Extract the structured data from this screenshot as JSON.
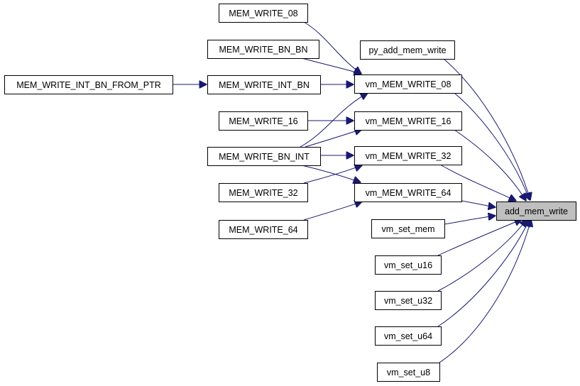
{
  "diagram": {
    "type": "call-graph",
    "nodes": {
      "add_mem_write": "add_mem_write",
      "py_add_mem_write": "py_add_mem_write",
      "vm_MEM_WRITE_08": "vm_MEM_WRITE_08",
      "vm_MEM_WRITE_16": "vm_MEM_WRITE_16",
      "vm_MEM_WRITE_32": "vm_MEM_WRITE_32",
      "vm_MEM_WRITE_64": "vm_MEM_WRITE_64",
      "vm_set_mem": "vm_set_mem",
      "vm_set_u16": "vm_set_u16",
      "vm_set_u32": "vm_set_u32",
      "vm_set_u64": "vm_set_u64",
      "vm_set_u8": "vm_set_u8",
      "MEM_WRITE_08": "MEM_WRITE_08",
      "MEM_WRITE_BN_BN": "MEM_WRITE_BN_BN",
      "MEM_WRITE_INT_BN": "MEM_WRITE_INT_BN",
      "MEM_WRITE_16": "MEM_WRITE_16",
      "MEM_WRITE_BN_INT": "MEM_WRITE_BN_INT",
      "MEM_WRITE_32": "MEM_WRITE_32",
      "MEM_WRITE_64": "MEM_WRITE_64",
      "MEM_WRITE_INT_BN_FROM_PTR": "MEM_WRITE_INT_BN_FROM_PTR"
    },
    "edges": [
      [
        "py_add_mem_write",
        "add_mem_write"
      ],
      [
        "vm_MEM_WRITE_08",
        "add_mem_write"
      ],
      [
        "vm_MEM_WRITE_16",
        "add_mem_write"
      ],
      [
        "vm_MEM_WRITE_32",
        "add_mem_write"
      ],
      [
        "vm_MEM_WRITE_64",
        "add_mem_write"
      ],
      [
        "vm_set_mem",
        "add_mem_write"
      ],
      [
        "vm_set_u16",
        "add_mem_write"
      ],
      [
        "vm_set_u32",
        "add_mem_write"
      ],
      [
        "vm_set_u64",
        "add_mem_write"
      ],
      [
        "vm_set_u8",
        "add_mem_write"
      ],
      [
        "MEM_WRITE_08",
        "vm_MEM_WRITE_08"
      ],
      [
        "MEM_WRITE_BN_BN",
        "vm_MEM_WRITE_08"
      ],
      [
        "MEM_WRITE_INT_BN",
        "vm_MEM_WRITE_08"
      ],
      [
        "MEM_WRITE_BN_INT",
        "vm_MEM_WRITE_08"
      ],
      [
        "MEM_WRITE_16",
        "vm_MEM_WRITE_16"
      ],
      [
        "MEM_WRITE_BN_INT",
        "vm_MEM_WRITE_16"
      ],
      [
        "MEM_WRITE_BN_INT",
        "vm_MEM_WRITE_32"
      ],
      [
        "MEM_WRITE_32",
        "vm_MEM_WRITE_32"
      ],
      [
        "MEM_WRITE_BN_INT",
        "vm_MEM_WRITE_64"
      ],
      [
        "MEM_WRITE_64",
        "vm_MEM_WRITE_64"
      ],
      [
        "MEM_WRITE_INT_BN_FROM_PTR",
        "MEM_WRITE_INT_BN"
      ]
    ],
    "colors": {
      "edge": "#191970",
      "focus_fill": "#bfbfbf",
      "node_fill": "#ffffff",
      "border": "#000000"
    }
  }
}
